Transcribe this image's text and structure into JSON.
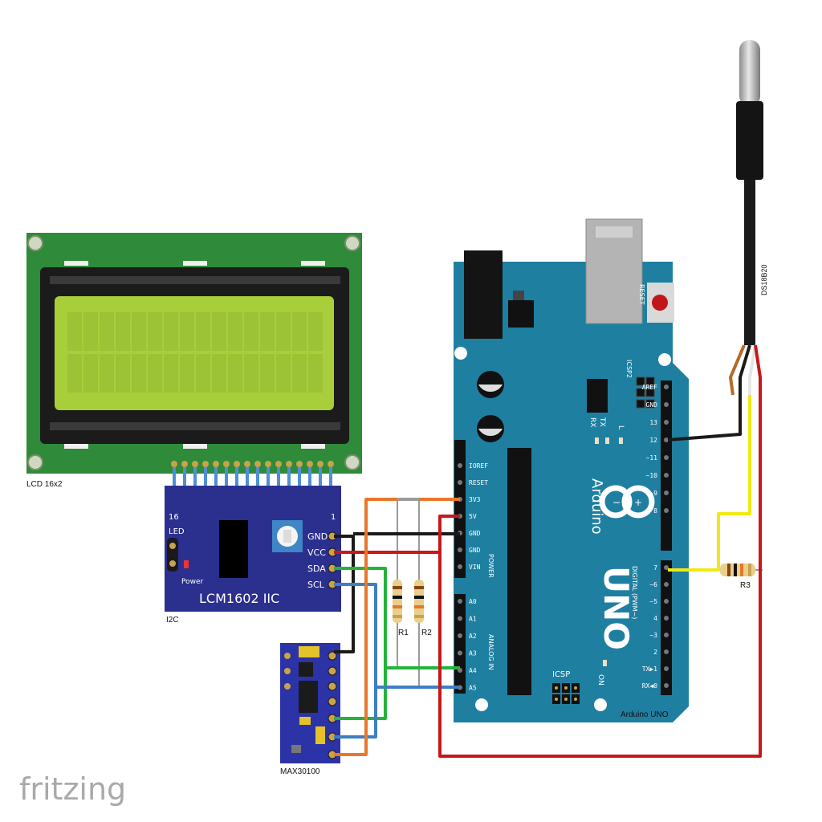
{
  "labels": {
    "lcd": "LCD 16x2",
    "i2c_module": "I2C",
    "i2c_chip": "LCM1602 IIC",
    "i2c_pin16": "16",
    "i2c_pin1": "1",
    "i2c_led": "LED",
    "i2c_power": "Power",
    "i2c_pins": [
      "GND",
      "VCC",
      "SDA",
      "SCL"
    ],
    "max": "MAX30100",
    "arduino": "Arduino UNO",
    "arduino_logo": "Arduino",
    "uno": "UNO",
    "reset": "RESET",
    "icsp2": "ICSP2",
    "icsp": "ICSP",
    "aref": "AREF",
    "gnd_top": "GND",
    "tx": "TX",
    "rx": "RX",
    "l": "L",
    "on": "ON",
    "power_section": "POWER",
    "analog_section": "ANALOG IN",
    "digital_section": "DIGITAL (PWM~)",
    "power_pins": [
      "IOREF",
      "RESET",
      "3V3",
      "5V",
      "GND",
      "GND",
      "VIN"
    ],
    "analog_pins": [
      "A0",
      "A1",
      "A2",
      "A3",
      "A4",
      "A5"
    ],
    "digital_pins_top": [
      "13",
      "12",
      "~11",
      "~10",
      "~9",
      "8"
    ],
    "digital_pins_bottom": [
      "7",
      "~6",
      "~5",
      "4",
      "~3",
      "2",
      "TX▶1",
      "RX◀0"
    ],
    "sensor": "DS18B20",
    "r1": "R1",
    "r2": "R2",
    "r3": "R3",
    "watermark": "fritzing"
  },
  "colors": {
    "wire_black": "#1a1a1a",
    "wire_red": "#c8171a",
    "wire_green": "#25b33a",
    "wire_blue": "#3e7fc4",
    "wire_orange": "#e8772a",
    "wire_yellow": "#f2e814",
    "pcb_green": "#2f8a3a",
    "lcd_screen": "#a8cf3a",
    "i2c_board": "#2b2f8e",
    "arduino_board": "#1f7fa0",
    "max_board": "#2c33a6"
  }
}
